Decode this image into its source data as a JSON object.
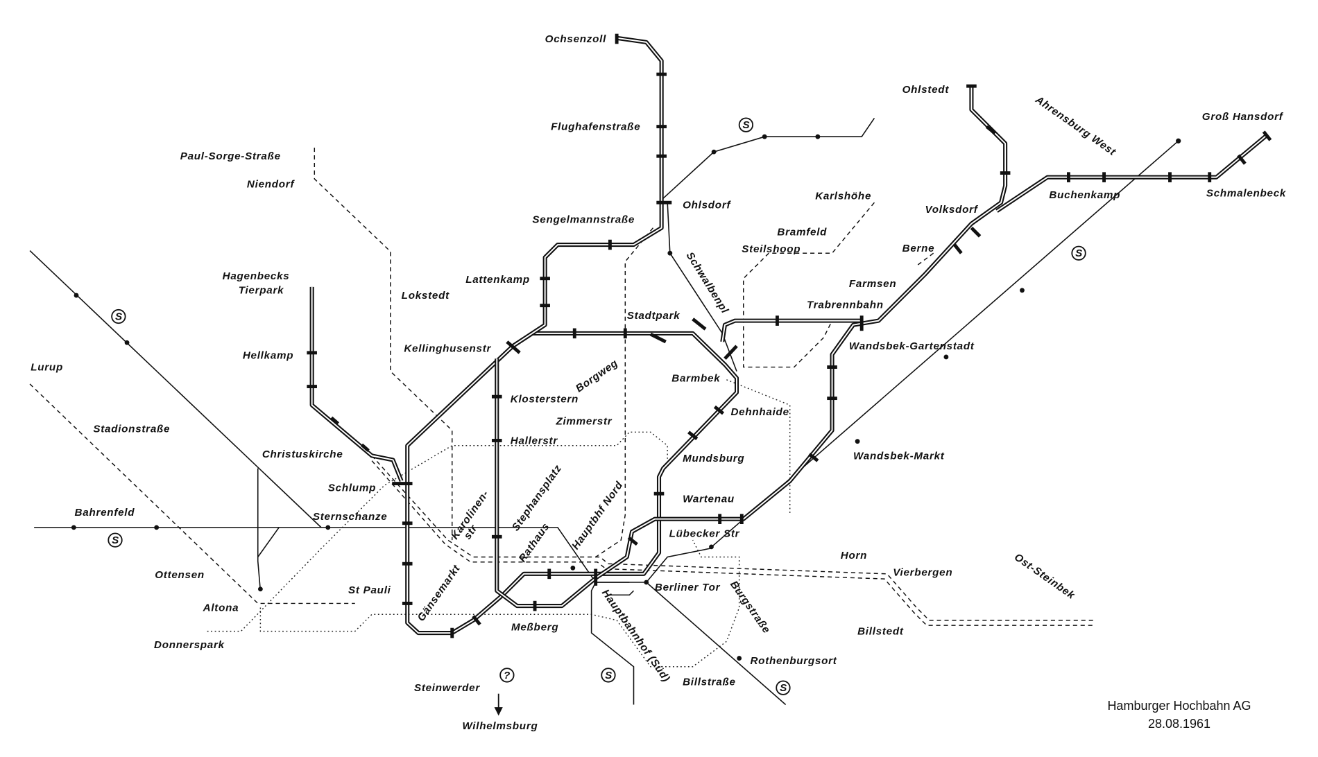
{
  "map": {
    "stations": [
      "Ochsenzoll",
      "Flughafenstraße",
      "Ohlsdorf",
      "Sengelmannstraße",
      "Lattenkamp",
      "Kellinghusenstr",
      "Stadtpark",
      "Borgweg",
      "Schwalbenpl",
      "Barmbek",
      "Dehnhaide",
      "Klosterstern",
      "Zimmerstr",
      "Hallerstr",
      "Mundsburg",
      "Wartenau",
      "Lübecker Str",
      "Berliner Tor",
      "Stephansplatz",
      "Karolinen-",
      "str",
      "Rathaus",
      "Hauptbhf Nord",
      "Gänsemarkt",
      "Meßberg",
      "Hauptbahnhof (Süd)",
      "Burgstraße",
      "Rothenburgsort",
      "Billstraße",
      "Steinwerder",
      "Wilhelmsburg",
      "Donnerspark",
      "Altona",
      "St Pauli",
      "Ottensen",
      "Bahrenfeld",
      "Sternschanze",
      "Schlump",
      "Christuskirche",
      "Stadionstraße",
      "Lurup",
      "Hellkamp",
      "Hagenbecks",
      "Tierpark",
      "Lokstedt",
      "Niendorf",
      "Paul-Sorge-Straße",
      "Karlshöhe",
      "Bramfeld",
      "Steilshoop",
      "Berne",
      "Farmsen",
      "Trabrennbahn",
      "Wandsbek-Gartenstadt",
      "Wandsbek-Markt",
      "Volksdorf",
      "Ohlstedt",
      "Ahrensburg West",
      "Buchenkamp",
      "Groß Hansdorf",
      "Schmalenbeck",
      "Horn",
      "Vierbergen",
      "Billstedt",
      "Ost-Steinbek"
    ],
    "sbahn_symbol": "S",
    "unknown_symbol": "?"
  },
  "footer": {
    "publisher": "Hamburger Hochbahn AG",
    "date": "28.08.1961"
  }
}
